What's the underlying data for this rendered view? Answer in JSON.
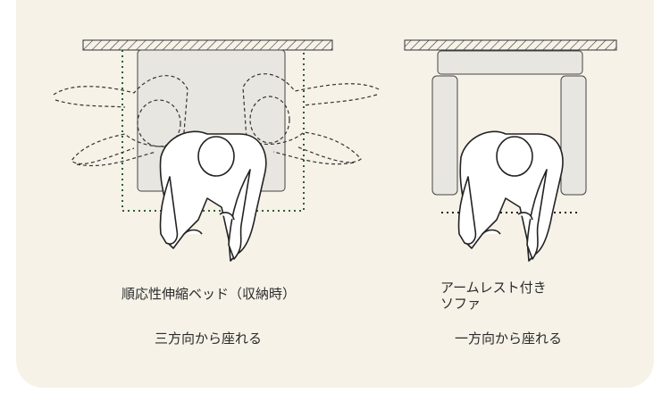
{
  "left": {
    "title": "順応性伸縮ベッド（収納時）",
    "caption": "三方向から座れる"
  },
  "right": {
    "title_line1": "アームレスト付き",
    "title_line2": "ソファ",
    "caption": "一方向から座れる"
  },
  "colors": {
    "panel": "#f6f2e8",
    "furniture_fill": "#e8e6e0",
    "dotted_outline": "#2f5f2f",
    "line": "#222222"
  }
}
